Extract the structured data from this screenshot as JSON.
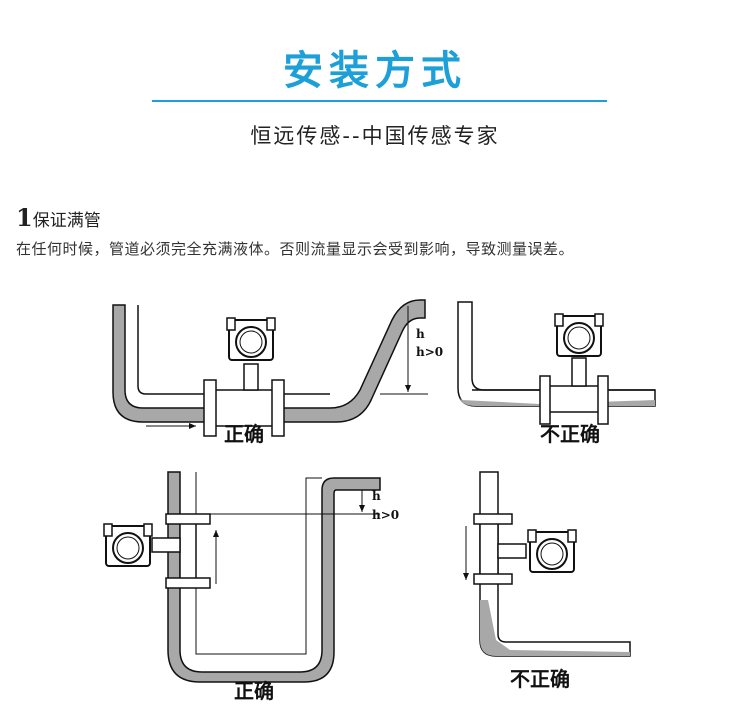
{
  "header": {
    "title": "安装方式",
    "subtitle": "恒远传感--中国传感专家"
  },
  "section": {
    "number": "1",
    "heading": "保证满管",
    "description": "在任何时候，管道必须完全充满液体。否则流量显示会受到影响，导致测量误差。"
  },
  "diagrams": {
    "correct_label": "正确",
    "incorrect_label": "不正确",
    "h_label": "h",
    "h_gt0_label": "h>0"
  },
  "colors": {
    "accent": "#1d9fd8",
    "pipe_fill": "#a8a8a8",
    "line": "#111111"
  }
}
